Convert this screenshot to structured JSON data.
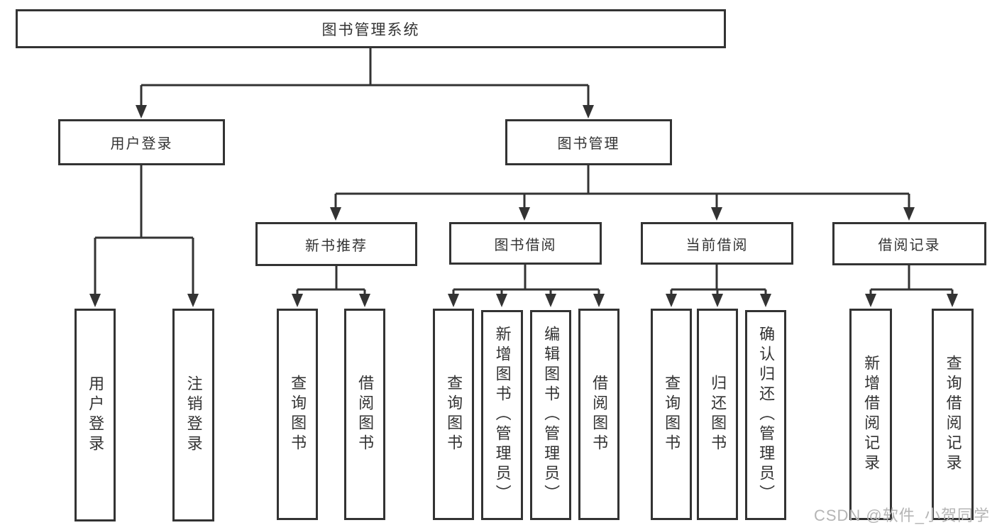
{
  "tree": {
    "root": "图书管理系统",
    "level2": {
      "user_login": "用户登录",
      "book_management": "图书管理"
    },
    "user_login_children": {
      "login": "用户登录",
      "logout": "注销登录"
    },
    "book_management_children": {
      "new_book": "新书推荐",
      "book_borrow": "图书借阅",
      "current_borrow": "当前借阅",
      "borrow_records": "借阅记录"
    },
    "new_book_children": {
      "query_book": "查询图书",
      "borrow_book": "借阅图书"
    },
    "book_borrow_children": {
      "query_book": "查询图书",
      "add_book": "新增图书（管理员）",
      "edit_book": "编辑图书（管理员）",
      "borrow_book": "借阅图书"
    },
    "current_borrow_children": {
      "query_book": "查询图书",
      "return_book": "归还图书",
      "confirm_return": "确认归还（管理员）"
    },
    "borrow_records_children": {
      "add_record": "新增借阅记录",
      "query_record": "查询借阅记录"
    }
  },
  "watermark": "CSDN @软件_小贺同学",
  "colors": {
    "line": "#333333",
    "text": "#333333",
    "background": "#ffffff",
    "watermark": "#b5b5b5"
  }
}
